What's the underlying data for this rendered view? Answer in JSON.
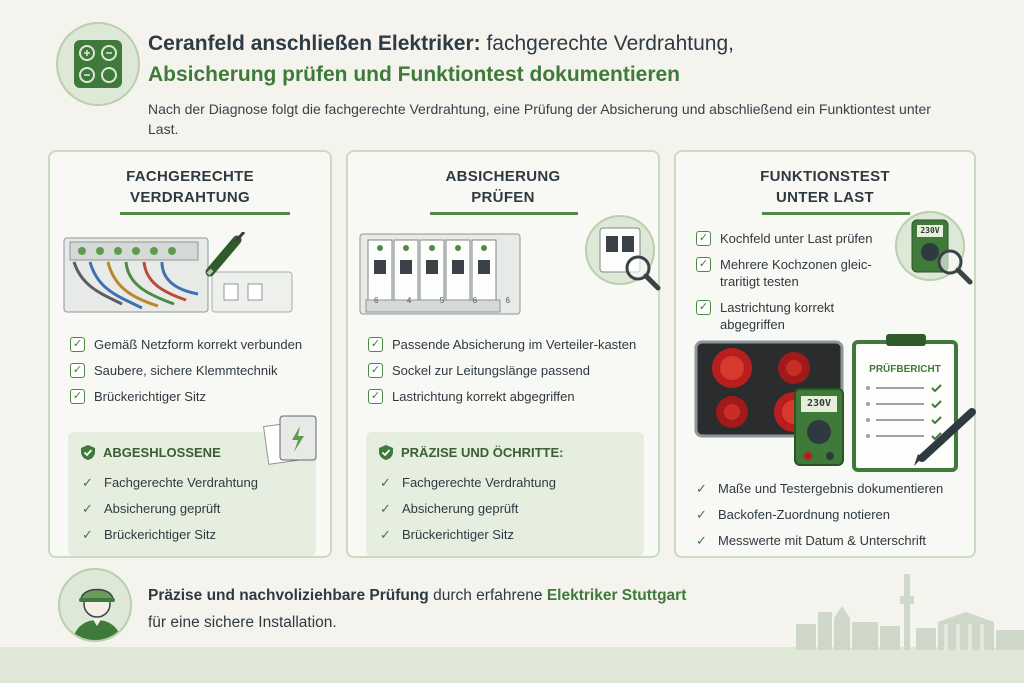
{
  "header": {
    "icon": "cooktop-icon",
    "title_bold": "Ceranfeld anschließen Elektriker:",
    "title_rest": " fachgerechte Verdrahtung,",
    "title_line2": "Absicherung prüfen und Funktiontest dokumentieren",
    "subtitle": "Nach der Diagnose folgt die fachgerechte Verdrahtung, eine Prüfung der Absicherung und abschließend ein Funktiontest unter Last."
  },
  "cards": [
    {
      "title_line1": "FACHGERECHTE",
      "title_line2": "VERDRAHTUNG",
      "items": [
        "Gemäß Netzform korrekt verbunden",
        "Saubere, sichere Klemmtechnik",
        "Brückerichtiger Sitz"
      ],
      "box_title": "ABGESHLOSSENE",
      "box_items": [
        "Fachgerechte Verdrahtung",
        "Absicherung geprüft",
        "Brückerichtiger Sitz"
      ]
    },
    {
      "title_line1": "ABSICHERUNG",
      "title_line2": "PRÜFEN",
      "breaker_labels": [
        "6",
        "4",
        "5",
        "6",
        "6"
      ],
      "items": [
        "Passende Absicherung im Verteiler-kasten",
        "Sockel zur Leitungslänge passend",
        "Lastrichtung korrekt abgegriffen"
      ],
      "box_title": "PRÄZISE UND ÖCHRITTE:",
      "box_items": [
        "Fachgerechte Verdrahtung",
        "Absicherung geprüft",
        "Brückerichtiger Sitz"
      ]
    },
    {
      "title_line1": "FUNKTIONSTEST",
      "title_line2": "UNTER LAST",
      "meter_value": "230V",
      "items": [
        "Kochfeld unter Last prüfen",
        "Mehrere Kochzonen gleic-traritigt testen",
        "Lastrichtung korrekt abgegriffen"
      ],
      "report_title": "PRÜFBERICHT",
      "meter2_value": "230V",
      "bottom_items": [
        "Maße und Testergebnis dokumentieren",
        "Backofen-Zuordnung notieren",
        "Messwerte mit Datum & Unterschrift"
      ]
    }
  ],
  "footer": {
    "bold": "Präzise und nachvoliziehbare Prüfung",
    "mid": " durch erfahrene ",
    "green": "Elektriker Stuttgart",
    "line2": "für eine sichere Installation."
  },
  "colors": {
    "accent": "#3f7a3a",
    "light": "#dde9d6",
    "border": "#c9dcc2",
    "background": "#f4f3ee"
  }
}
